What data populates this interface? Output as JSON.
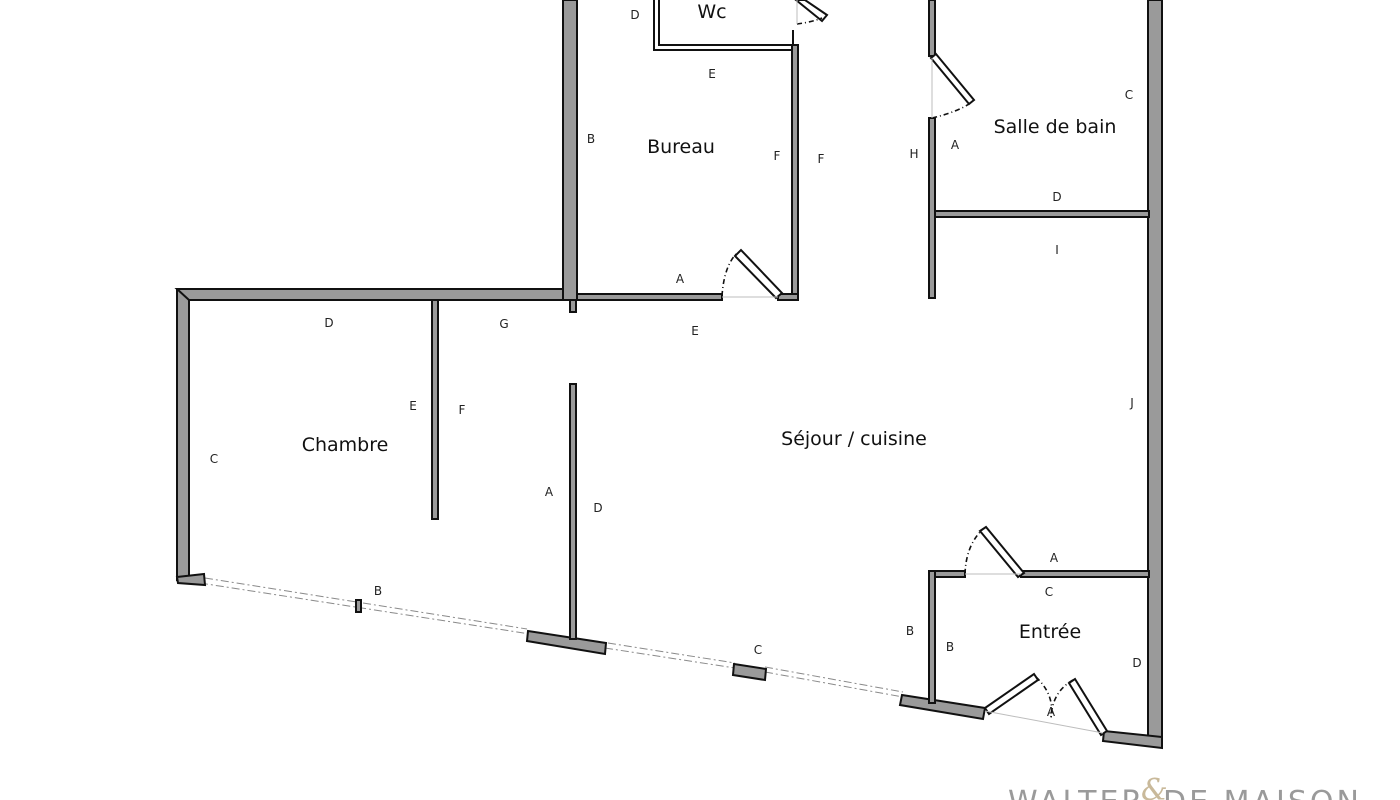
{
  "rooms": {
    "wc": "Wc",
    "bureau": "Bureau",
    "salle_de_bain": "Salle de bain",
    "chambre": "Chambre",
    "sejour": "Séjour / cuisine",
    "entree": "Entrée"
  },
  "wall_labels": {
    "wc_d": "D",
    "bureau_e": "E",
    "bureau_b": "B",
    "bureau_f": "F",
    "corr_f": "F",
    "corr_h": "H",
    "bureau_a": "A",
    "sdb_c": "C",
    "sdb_a": "A",
    "sdb_d": "D",
    "sej_i": "I",
    "ch_d": "D",
    "sej_g": "G",
    "sej_e": "E",
    "ch_e": "E",
    "sej_f": "F",
    "sej_j": "J",
    "ch_c": "C",
    "sej_a": "A",
    "sej_d": "D",
    "sej_a2": "A",
    "en_c": "C",
    "ch_b": "B",
    "sej_b": "B",
    "en_b": "B",
    "en_d": "D",
    "sej_c": "C",
    "en_a": "A"
  },
  "branding": {
    "logo_left": "WALTER",
    "logo_amp": "&",
    "logo_right": "DE MAISON"
  }
}
